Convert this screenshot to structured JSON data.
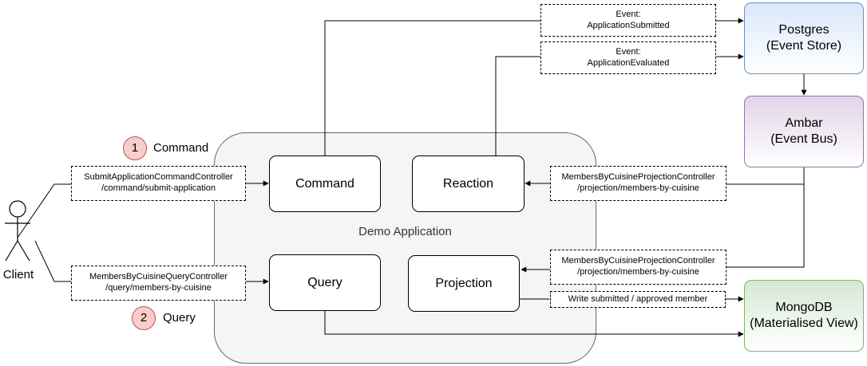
{
  "app": {
    "title": "Demo Application"
  },
  "actor": {
    "label": "Client"
  },
  "steps": [
    {
      "number": "1",
      "label": "Command"
    },
    {
      "number": "2",
      "label": "Query"
    }
  ],
  "components": {
    "command": "Command",
    "reaction": "Reaction",
    "query": "Query",
    "projection": "Projection"
  },
  "stores": {
    "postgres": {
      "line1": "Postgres",
      "line2": "(Event Store)"
    },
    "ambar": {
      "line1": "Ambar",
      "line2": "(Event Bus)"
    },
    "mongodb": {
      "line1": "MongoDB",
      "line2": "(Materialised View)"
    }
  },
  "controllers": {
    "submit": {
      "line1": "SubmitApplicationCommandController",
      "line2": "/command/submit-application"
    },
    "query": {
      "line1": "MembersByCuisineQueryController",
      "line2": "/query/members-by-cuisine"
    },
    "projection_reaction": {
      "line1": "MembersByCuisineProjectionController",
      "line2": "/projection/members-by-cuisine"
    },
    "projection_projection": {
      "line1": "MembersByCuisineProjectionController",
      "line2": "/projection/members-by-cuisine"
    }
  },
  "events": {
    "submitted": {
      "line1": "Event:",
      "line2": "ApplicationSubmitted"
    },
    "evaluated": {
      "line1": "Event:",
      "line2": "ApplicationEvaluated"
    }
  },
  "write_label": "Write submitted / approved member"
}
